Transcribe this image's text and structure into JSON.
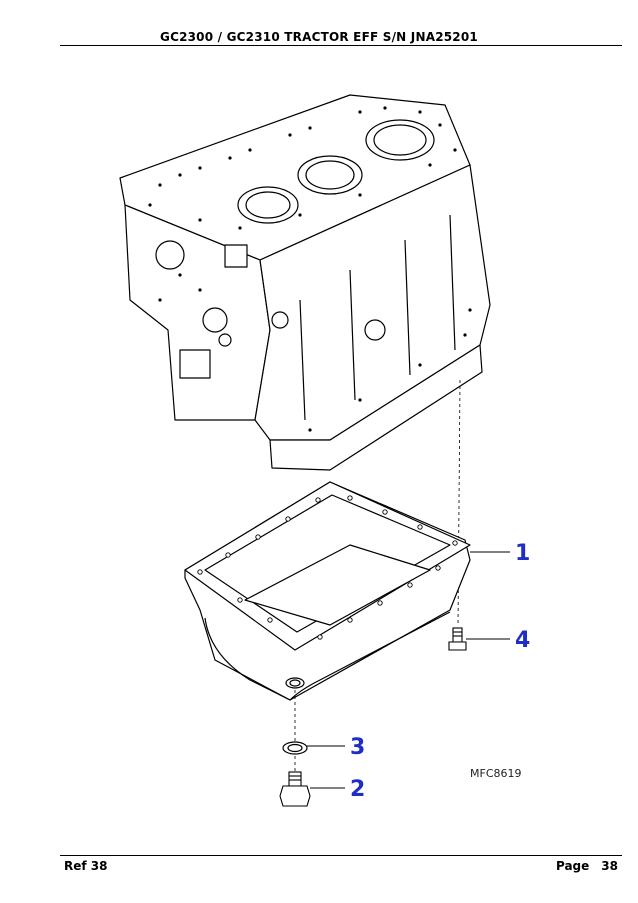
{
  "header": {
    "title": "GC2300 / GC2310 TRACTOR EFF S/N JNA25201"
  },
  "figure": {
    "code": "MFC8619",
    "callouts": [
      "1",
      "4",
      "3",
      "2"
    ],
    "icons": [
      "engine-block-illustration",
      "oil-pan-illustration",
      "bolt-illustration",
      "washer-illustration",
      "drain-plug-illustration"
    ]
  },
  "footer": {
    "ref_label": "Ref",
    "ref_number": "38",
    "page_label": "Page",
    "page_number": "38"
  }
}
